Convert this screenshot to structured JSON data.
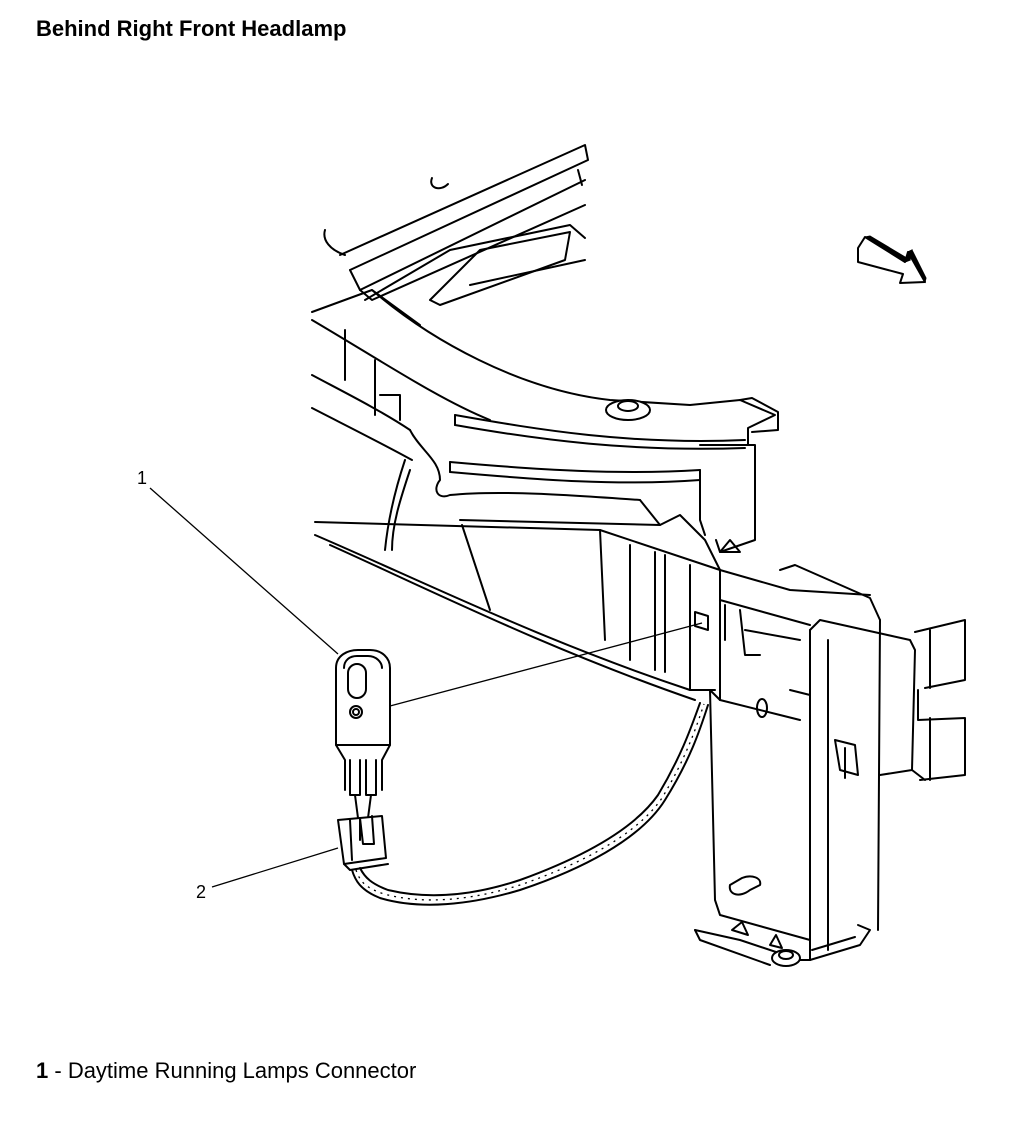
{
  "title": "Behind Right Front Headlamp",
  "callouts": [
    {
      "number": "1",
      "label": "Daytime Running Lamps Connector"
    },
    {
      "number": "2",
      "label": ""
    }
  ],
  "legend": {
    "number": "1",
    "separator": " - ",
    "text": "Daytime Running Lamps Connector"
  },
  "icons": {
    "direction_arrow": "forward-direction-arrow-icon"
  }
}
